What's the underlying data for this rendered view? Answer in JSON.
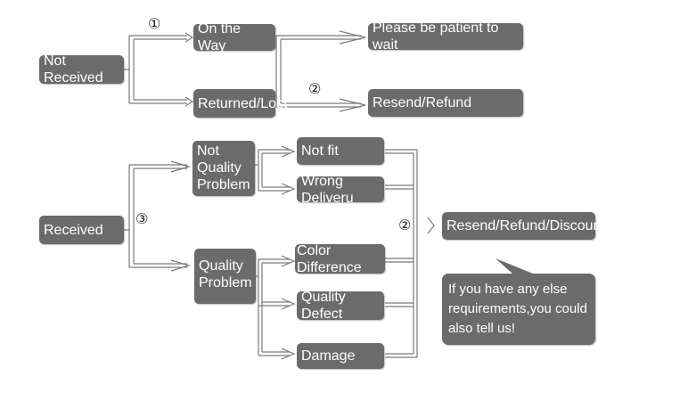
{
  "nodes": {
    "not_received": "Not Received",
    "on_the_way": "On the Way",
    "returned_lost": "Returned/Lost",
    "patient": "Please be patient to wait",
    "resend_refund": "Resend/Refund",
    "not_quality": "Not\nQuality\nProblem",
    "not_fit": "Not fit",
    "wrong_delivery": "Wrong Deliveru",
    "received": "Received",
    "quality": "Quality\nProblem",
    "color_diff": "Color Difference",
    "quality_defect": "Quality Defect",
    "damage": "Damage",
    "resend_refund_discount": "Resend/Refund/Discount",
    "note": "If you have any else\nrequirements,you could\nalso tell us!"
  },
  "markers": {
    "m1": "①",
    "m2_top": "②",
    "m3": "③",
    "m2_bottom": "②"
  },
  "colors": {
    "box": "#6b6b6b",
    "text": "#ffffff",
    "line": "#7a7a7a"
  }
}
